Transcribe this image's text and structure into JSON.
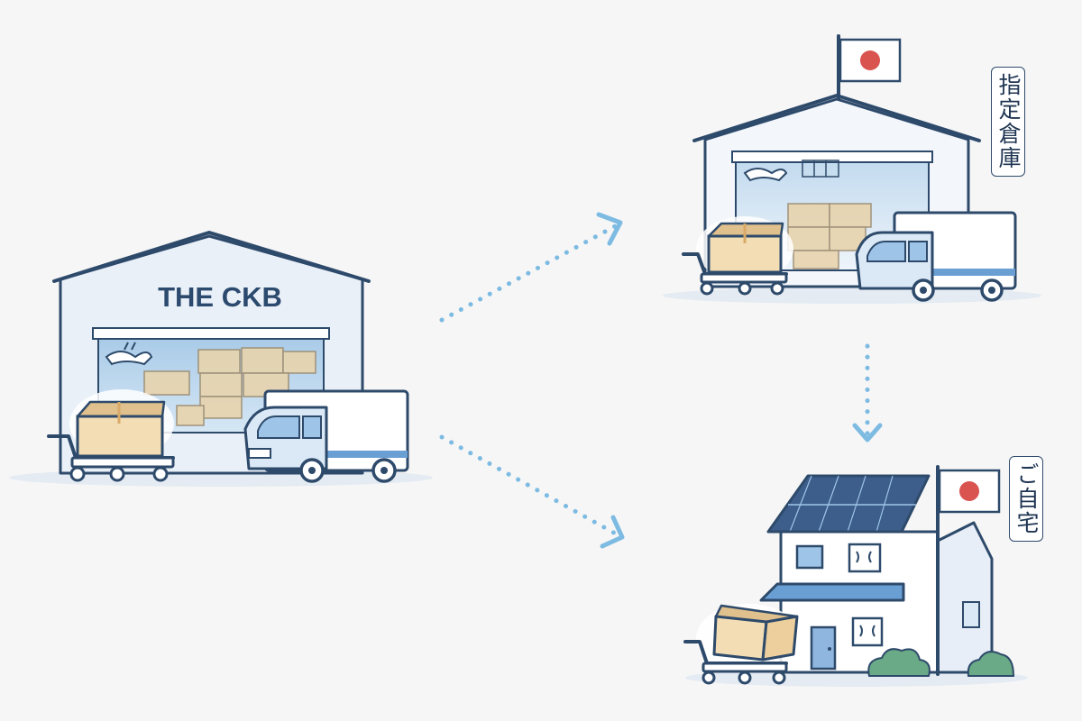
{
  "warehouse_sign": "THE CKB",
  "designated_warehouse_label": "指定倉庫",
  "home_label": "ご自宅",
  "colors": {
    "background": "#f6f6f6",
    "outline": "#2e4a6b",
    "building": "#e7eef7",
    "building_light": "#f3f6fb",
    "glass": "#b5d3ec",
    "box": "#f3ddb5",
    "box_dark": "#e0c08c",
    "truck_cab": "#dbe9f7",
    "truck_body": "#ffffff",
    "truck_stripe": "#6a9fd4",
    "arrow": "#7dbbe2",
    "flag_red": "#d9534f",
    "shrub": "#6aaa86",
    "roof_panel": "#3d5e8a",
    "door": "#8fb6df"
  }
}
